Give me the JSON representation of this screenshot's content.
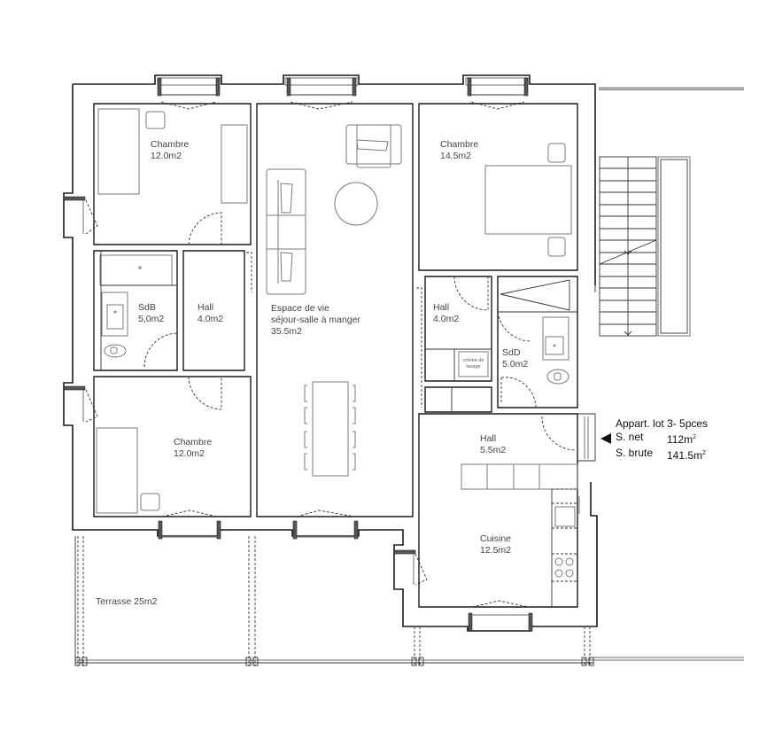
{
  "rooms": [
    {
      "id": "chambre-1",
      "name": "Chambre",
      "area": "12.0m2"
    },
    {
      "id": "espace-de-vie",
      "name": "Espace de vie",
      "subtitle": "séjour-salle à manger",
      "area": "35.5m2"
    },
    {
      "id": "chambre-2",
      "name": "Chambre",
      "area": "14.5m2"
    },
    {
      "id": "sdb",
      "name": "SdB",
      "area": "5,0m2"
    },
    {
      "id": "hall-1",
      "name": "Hall",
      "area": "4.0m2"
    },
    {
      "id": "hall-2",
      "name": "Hall",
      "area": "4.0m2"
    },
    {
      "id": "sdd",
      "name": "SdD",
      "area": "5.0m2"
    },
    {
      "id": "chambre-3",
      "name": "Chambre",
      "area": "12.0m2"
    },
    {
      "id": "hall-3",
      "name": "Hall",
      "area": "5.5m2"
    },
    {
      "id": "cuisine",
      "name": "Cuisine",
      "area": "12.5m2"
    },
    {
      "id": "terrasse",
      "name": "Terrasse 25m2"
    }
  ],
  "fixtures": {
    "washer_label_line1": "colone de",
    "washer_label_line2": "lavage"
  },
  "info": {
    "title": "Appart. lot 3- 5pces",
    "net_label": "S. net",
    "net_value": "112m",
    "net_unit_sup": "2",
    "brute_label": "S. brute",
    "brute_value": "141.5m",
    "brute_unit_sup": "2"
  },
  "colors": {
    "wall": "#1a1a1a",
    "furniture": "#7a7a7a",
    "text": "#444444"
  }
}
